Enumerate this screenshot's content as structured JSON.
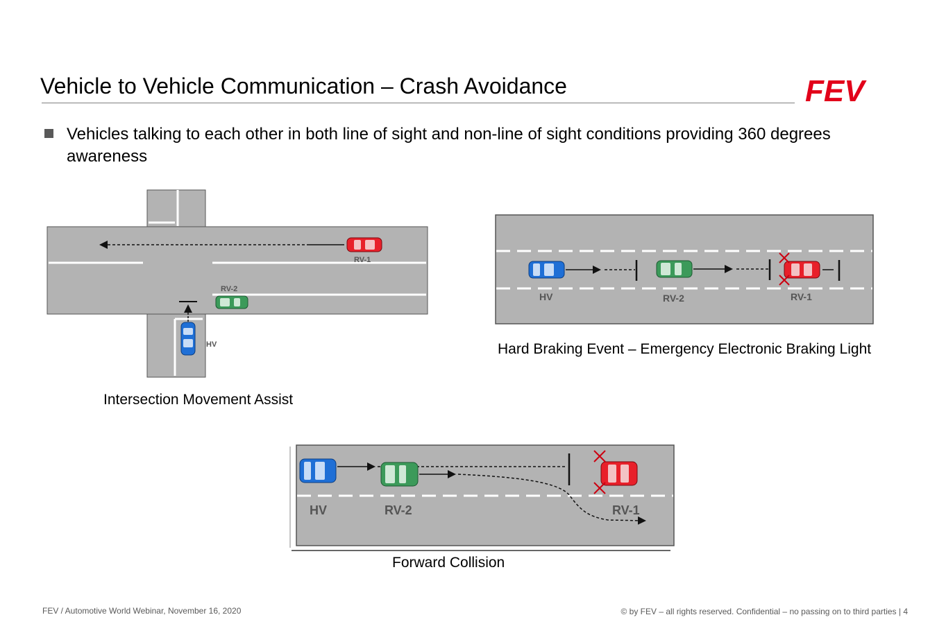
{
  "slide": {
    "title": "Vehicle to Vehicle Communication – Crash Avoidance",
    "bullet": "Vehicles talking to each other in both line of sight and non-line of sight conditions providing 360 degrees awareness"
  },
  "logo": {
    "text": "FEV",
    "color": "#e2001a"
  },
  "diagrams": {
    "intersection": {
      "caption": "Intersection Movement Assist",
      "labels": {
        "rv1": "RV-1",
        "rv2": "RV-2",
        "hv": "HV"
      }
    },
    "hard_braking": {
      "caption": "Hard Braking Event – Emergency Electronic Braking Light",
      "labels": {
        "hv": "HV",
        "rv2": "RV-2",
        "rv1": "RV-1"
      }
    },
    "forward_collision": {
      "caption": "Forward Collision",
      "labels": {
        "hv": "HV",
        "rv2": "RV-2",
        "rv1": "RV-1"
      }
    }
  },
  "colors": {
    "road": "#b3b3b3",
    "hv": "#1f6fd6",
    "rv1": "#e8202a",
    "rv2": "#3c9a5a"
  },
  "footer": {
    "left": "FEV / Automotive World Webinar, November 16, 2020",
    "right": "© by FEV – all rights reserved. Confidential – no passing on to third parties  |  4"
  }
}
